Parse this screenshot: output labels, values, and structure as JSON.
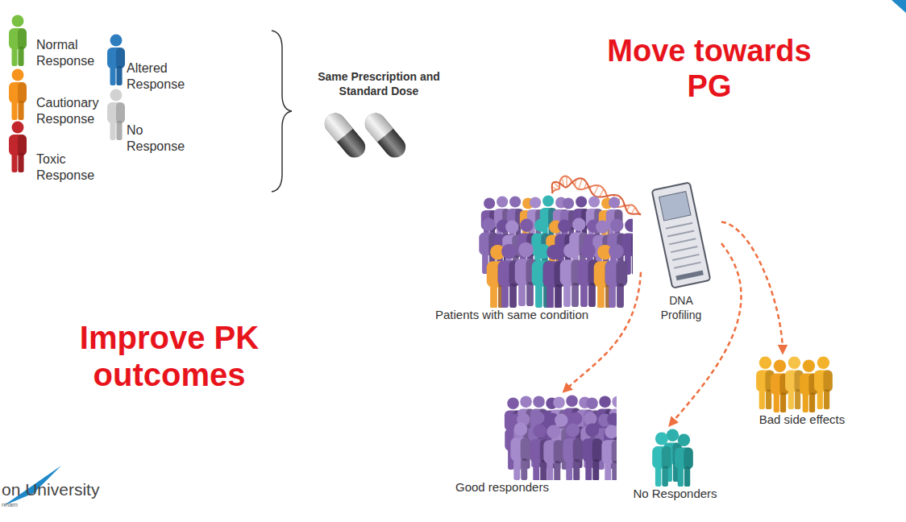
{
  "diagram": {
    "nodes": [
      {
        "text": [
          "Patients with same condition"
        ]
      },
      {
        "text": [
          "DNA Profiling"
        ]
      },
      {
        "text": [
          "Good responders"
        ]
      },
      {
        "text": [
          "No Responders"
        ]
      },
      {
        "text": [
          "Bad side effects"
        ]
      }
    ],
    "edges": [
      {
        "from": 0,
        "to": 1,
        "arrow": "none"
      },
      {
        "from": 1,
        "to": 2,
        "arrow": "to"
      },
      {
        "from": 1,
        "to": 3,
        "arrow": "to"
      },
      {
        "from": 1,
        "to": 4,
        "arrow": "to"
      }
    ],
    "labels": [
      "Same Prescription and Standard Dose",
      "Move towards PG",
      "Improve PK outcomes",
      "on University",
      "nham"
    ],
    "legend": [
      {
        "text": "Normal Response"
      },
      {
        "text": "Cautionary Response"
      },
      {
        "text": "Toxic Response"
      },
      {
        "text": "Altered Response"
      },
      {
        "text": "No Response"
      }
    ]
  }
}
